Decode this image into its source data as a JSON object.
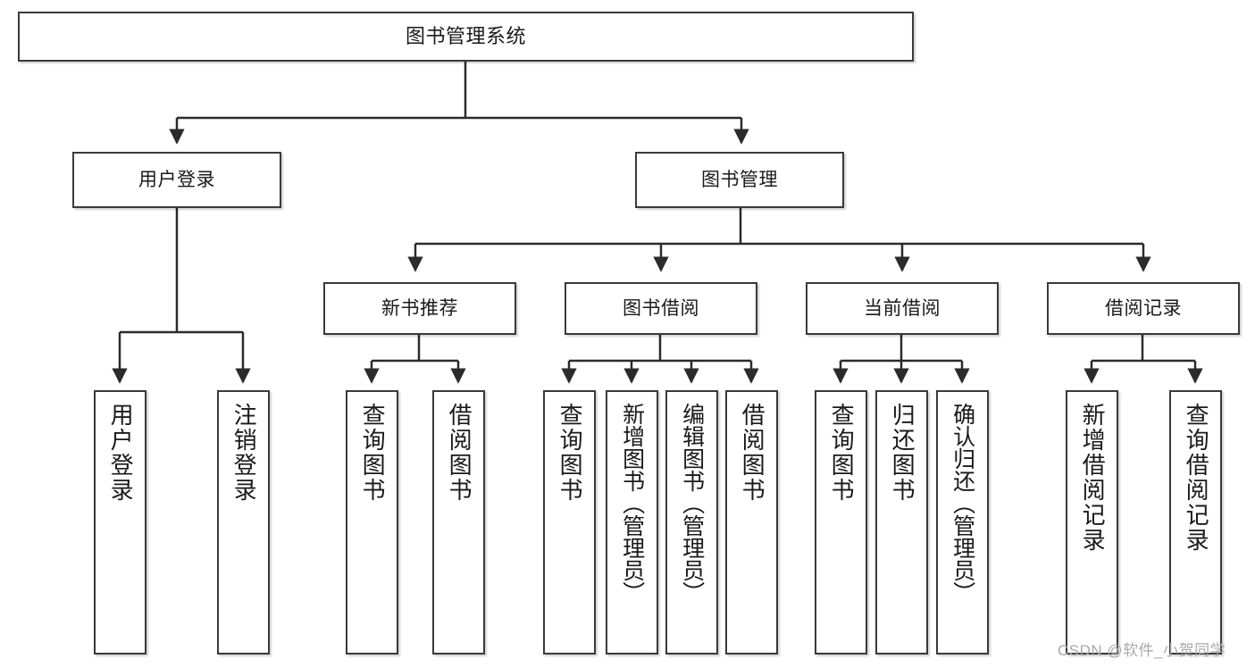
{
  "diagram": {
    "title": "图书管理系统",
    "type": "tree-hierarchy-diagram",
    "watermark": "CSDN @软件_小贺同学",
    "colors": {
      "box_border": "#3a3a3a",
      "box_fill": "#ffffff",
      "edge": "#2b2b2b",
      "text": "#1a1a1a",
      "watermark": "#a8a8a8"
    },
    "nodes": {
      "root": {
        "label": "图书管理系统"
      },
      "level2": [
        {
          "label": "用户登录"
        },
        {
          "label": "图书管理"
        }
      ],
      "level3": [
        {
          "label": "新书推荐"
        },
        {
          "label": "图书借阅"
        },
        {
          "label": "当前借阅"
        },
        {
          "label": "借阅记录"
        }
      ],
      "leaves": {
        "user_login": [
          {
            "label": "用户登录"
          },
          {
            "label": "注销登录"
          }
        ],
        "new_book_recommend": [
          {
            "label": "查询图书"
          },
          {
            "label": "借阅图书"
          }
        ],
        "book_borrow": [
          {
            "label": "查询图书"
          },
          {
            "label": "新增图书（管理员）"
          },
          {
            "label": "编辑图书（管理员）"
          },
          {
            "label": "借阅图书"
          }
        ],
        "current_borrow": [
          {
            "label": "查询图书"
          },
          {
            "label": "归还图书"
          },
          {
            "label": "确认归还（管理员）"
          }
        ],
        "borrow_record": [
          {
            "label": "新增借阅记录"
          },
          {
            "label": "查询借阅记录"
          }
        ]
      }
    }
  }
}
